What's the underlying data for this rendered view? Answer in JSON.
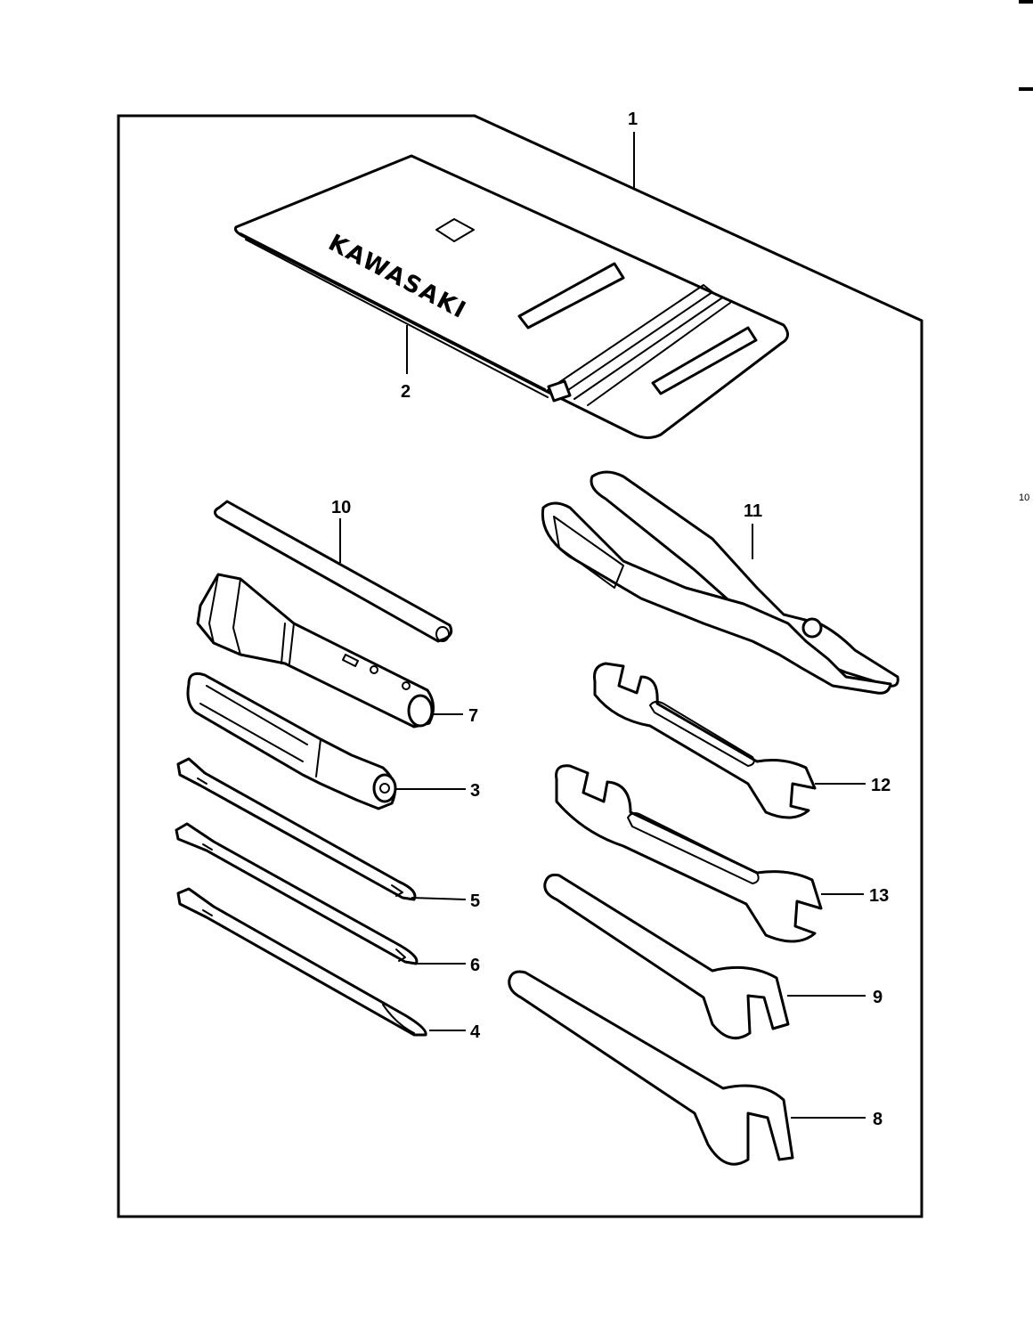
{
  "callouts": {
    "c1": "1",
    "c2": "2",
    "c3": "3",
    "c4": "4",
    "c5": "5",
    "c6": "6",
    "c7": "7",
    "c8": "8",
    "c9": "9",
    "c10": "10",
    "c11": "11",
    "c12": "12",
    "c13": "13"
  },
  "pouch_brand": "KAWASAKI",
  "margin_page_number": "10"
}
